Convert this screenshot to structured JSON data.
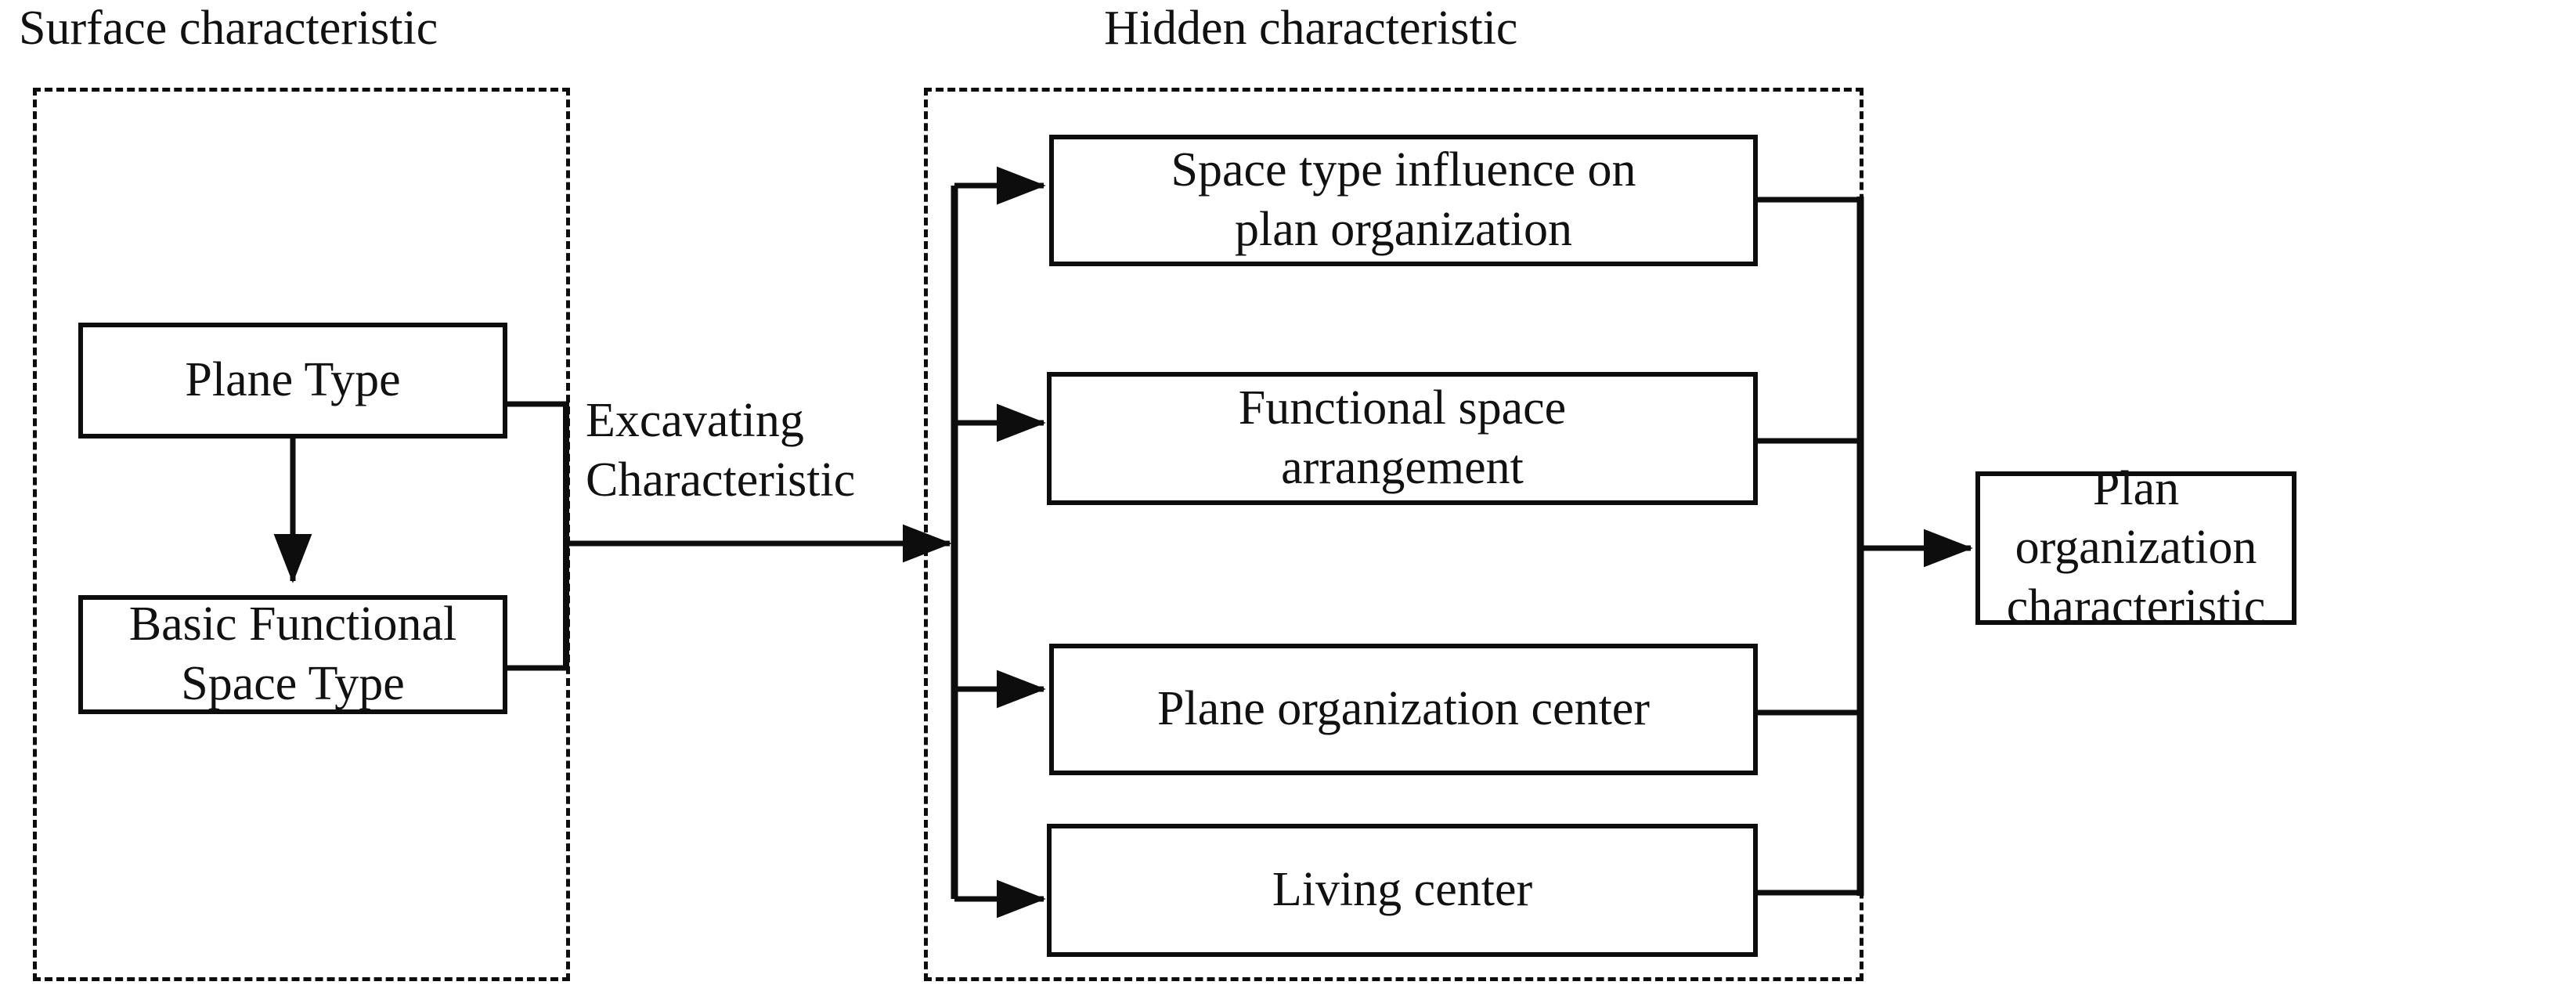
{
  "diagram": {
    "title_left": "Surface characteristic",
    "title_right": "Hidden characteristic",
    "edge_label": "Excavating\nCharacteristic",
    "edge_label_line1": "Excavating",
    "edge_label_line2": "Characteristic",
    "colors": {
      "stroke": "#0d0d0d",
      "text": "#111111",
      "background": "#ffffff"
    },
    "surface_group": {
      "label": "Surface characteristic",
      "nodes": [
        {
          "id": "plane-type",
          "label": "Plane Type"
        },
        {
          "id": "basic-functional-space-type",
          "label": "Basic Functional Space Type",
          "line1": "Basic Functional",
          "line2": "Space Type"
        }
      ]
    },
    "hidden_group": {
      "label": "Hidden characteristic",
      "nodes": [
        {
          "id": "space-type-influence",
          "label": "Space type influence on plan organization",
          "line1": "Space type influence on",
          "line2": "plan organization"
        },
        {
          "id": "functional-space-arrangement",
          "label": "Functional space arrangement",
          "line1": "Functional space",
          "line2": "arrangement"
        },
        {
          "id": "plane-organization-center",
          "label": "Plane organization center",
          "line1": "Plane organization center",
          "line2": ""
        },
        {
          "id": "living-center",
          "label": "Living center",
          "line1": "Living center",
          "line2": ""
        }
      ]
    },
    "outcome": {
      "id": "plan-organization-characteristic",
      "label": "Plan organization characteristic",
      "line1": "Plan organization",
      "line2": "characteristic"
    }
  }
}
